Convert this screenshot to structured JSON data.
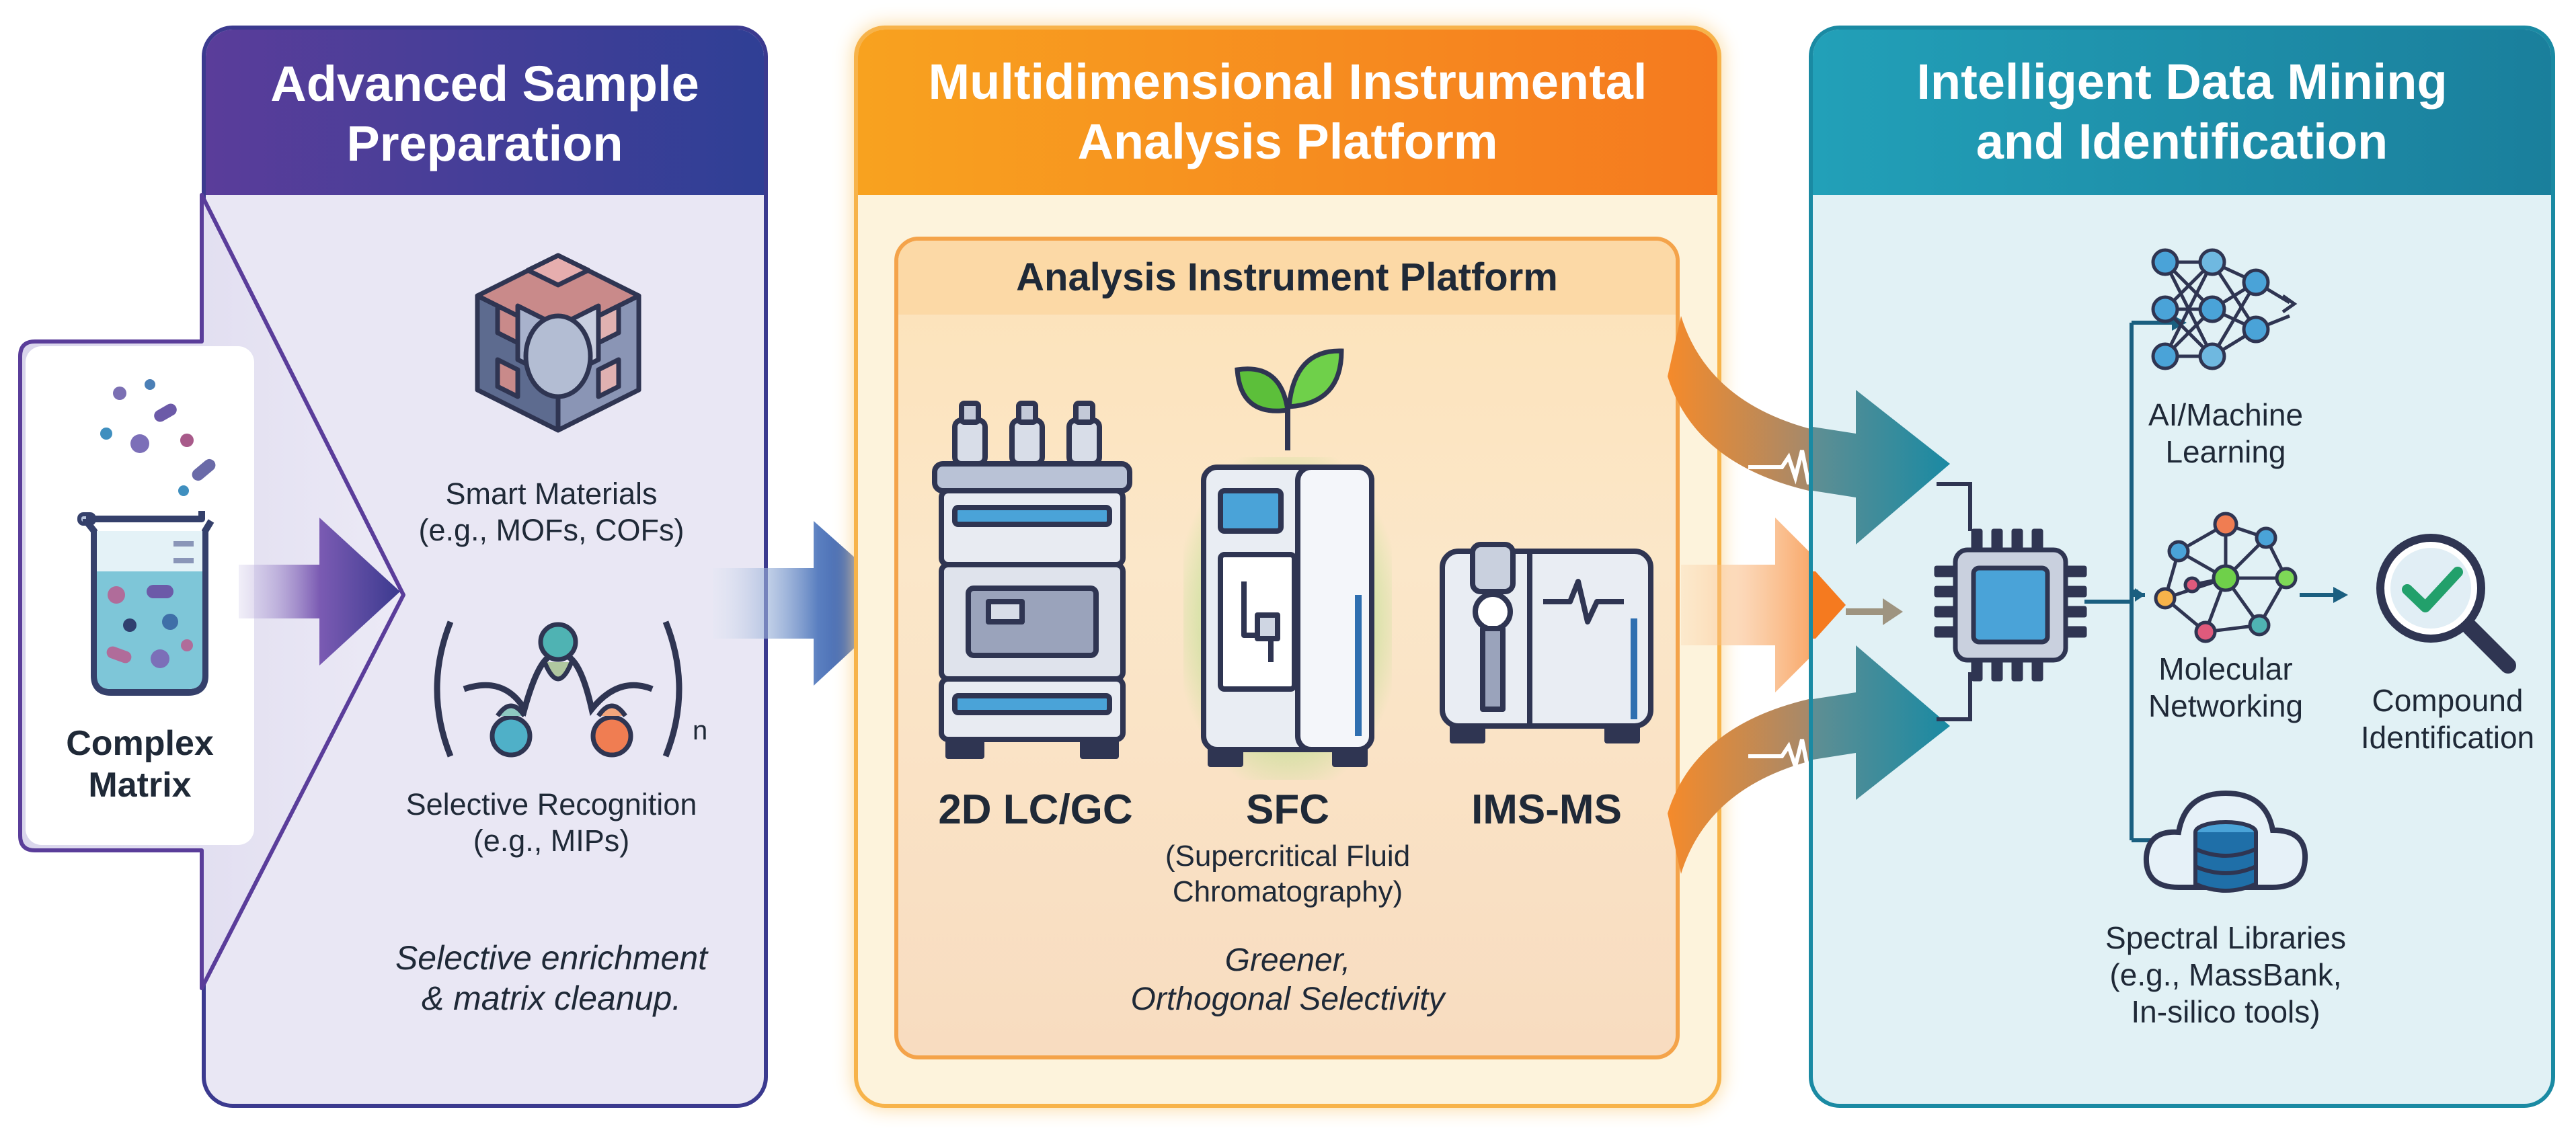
{
  "panels": {
    "sample_prep": {
      "title_line1": "Advanced Sample",
      "title_line2": "Preparation",
      "complex_matrix_line1": "Complex",
      "complex_matrix_line2": "Matrix",
      "smart_materials_line1": "Smart Materials",
      "smart_materials_line2": "(e.g., MOFs, COFs)",
      "selective_recognition_line1": "Selective Recognition",
      "selective_recognition_line2": "(e.g., MIPs)",
      "polymer_subscript": "n",
      "note_line1": "Selective enrichment",
      "note_line2": "& matrix cleanup."
    },
    "instrumental": {
      "title_line1": "Multidimensional Instrumental",
      "title_line2": "Analysis Platform",
      "inner_title": "Analysis Instrument Platform",
      "instrument_1": "2D LC/GC",
      "instrument_2": "SFC",
      "instrument_2_desc_line1": "(Supercritical Fluid",
      "instrument_2_desc_line2": "Chromatography)",
      "instrument_3": "IMS-MS",
      "note_line1": "Greener,",
      "note_line2": "Orthogonal Selectivity"
    },
    "data_mining": {
      "title_line1": "Intelligent Data Mining",
      "title_line2": "and Identification",
      "ai_line1": "AI/Machine",
      "ai_line2": "Learning",
      "network_line1": "Molecular",
      "network_line2": "Networking",
      "compound_line1": "Compound",
      "compound_line2": "Identification",
      "libraries_line1": "Spectral Libraries",
      "libraries_line2": "(e.g., MassBank,",
      "libraries_line3": "In-silico tools)"
    }
  },
  "icons": [
    "beaker-icon",
    "mof-cube-icon",
    "polymer-recognition-icon",
    "lc-gc-instrument-icon",
    "sfc-instrument-icon",
    "leaf-icon",
    "ims-ms-instrument-icon",
    "signal-wave-icon",
    "chip-icon",
    "neural-network-icon",
    "molecular-network-icon",
    "magnifier-check-icon",
    "cloud-database-icon"
  ],
  "colors": {
    "purple": "#3b3a8f",
    "orange": "#f7941d",
    "teal": "#1a8aa3",
    "green_glow": "#7ed957"
  }
}
